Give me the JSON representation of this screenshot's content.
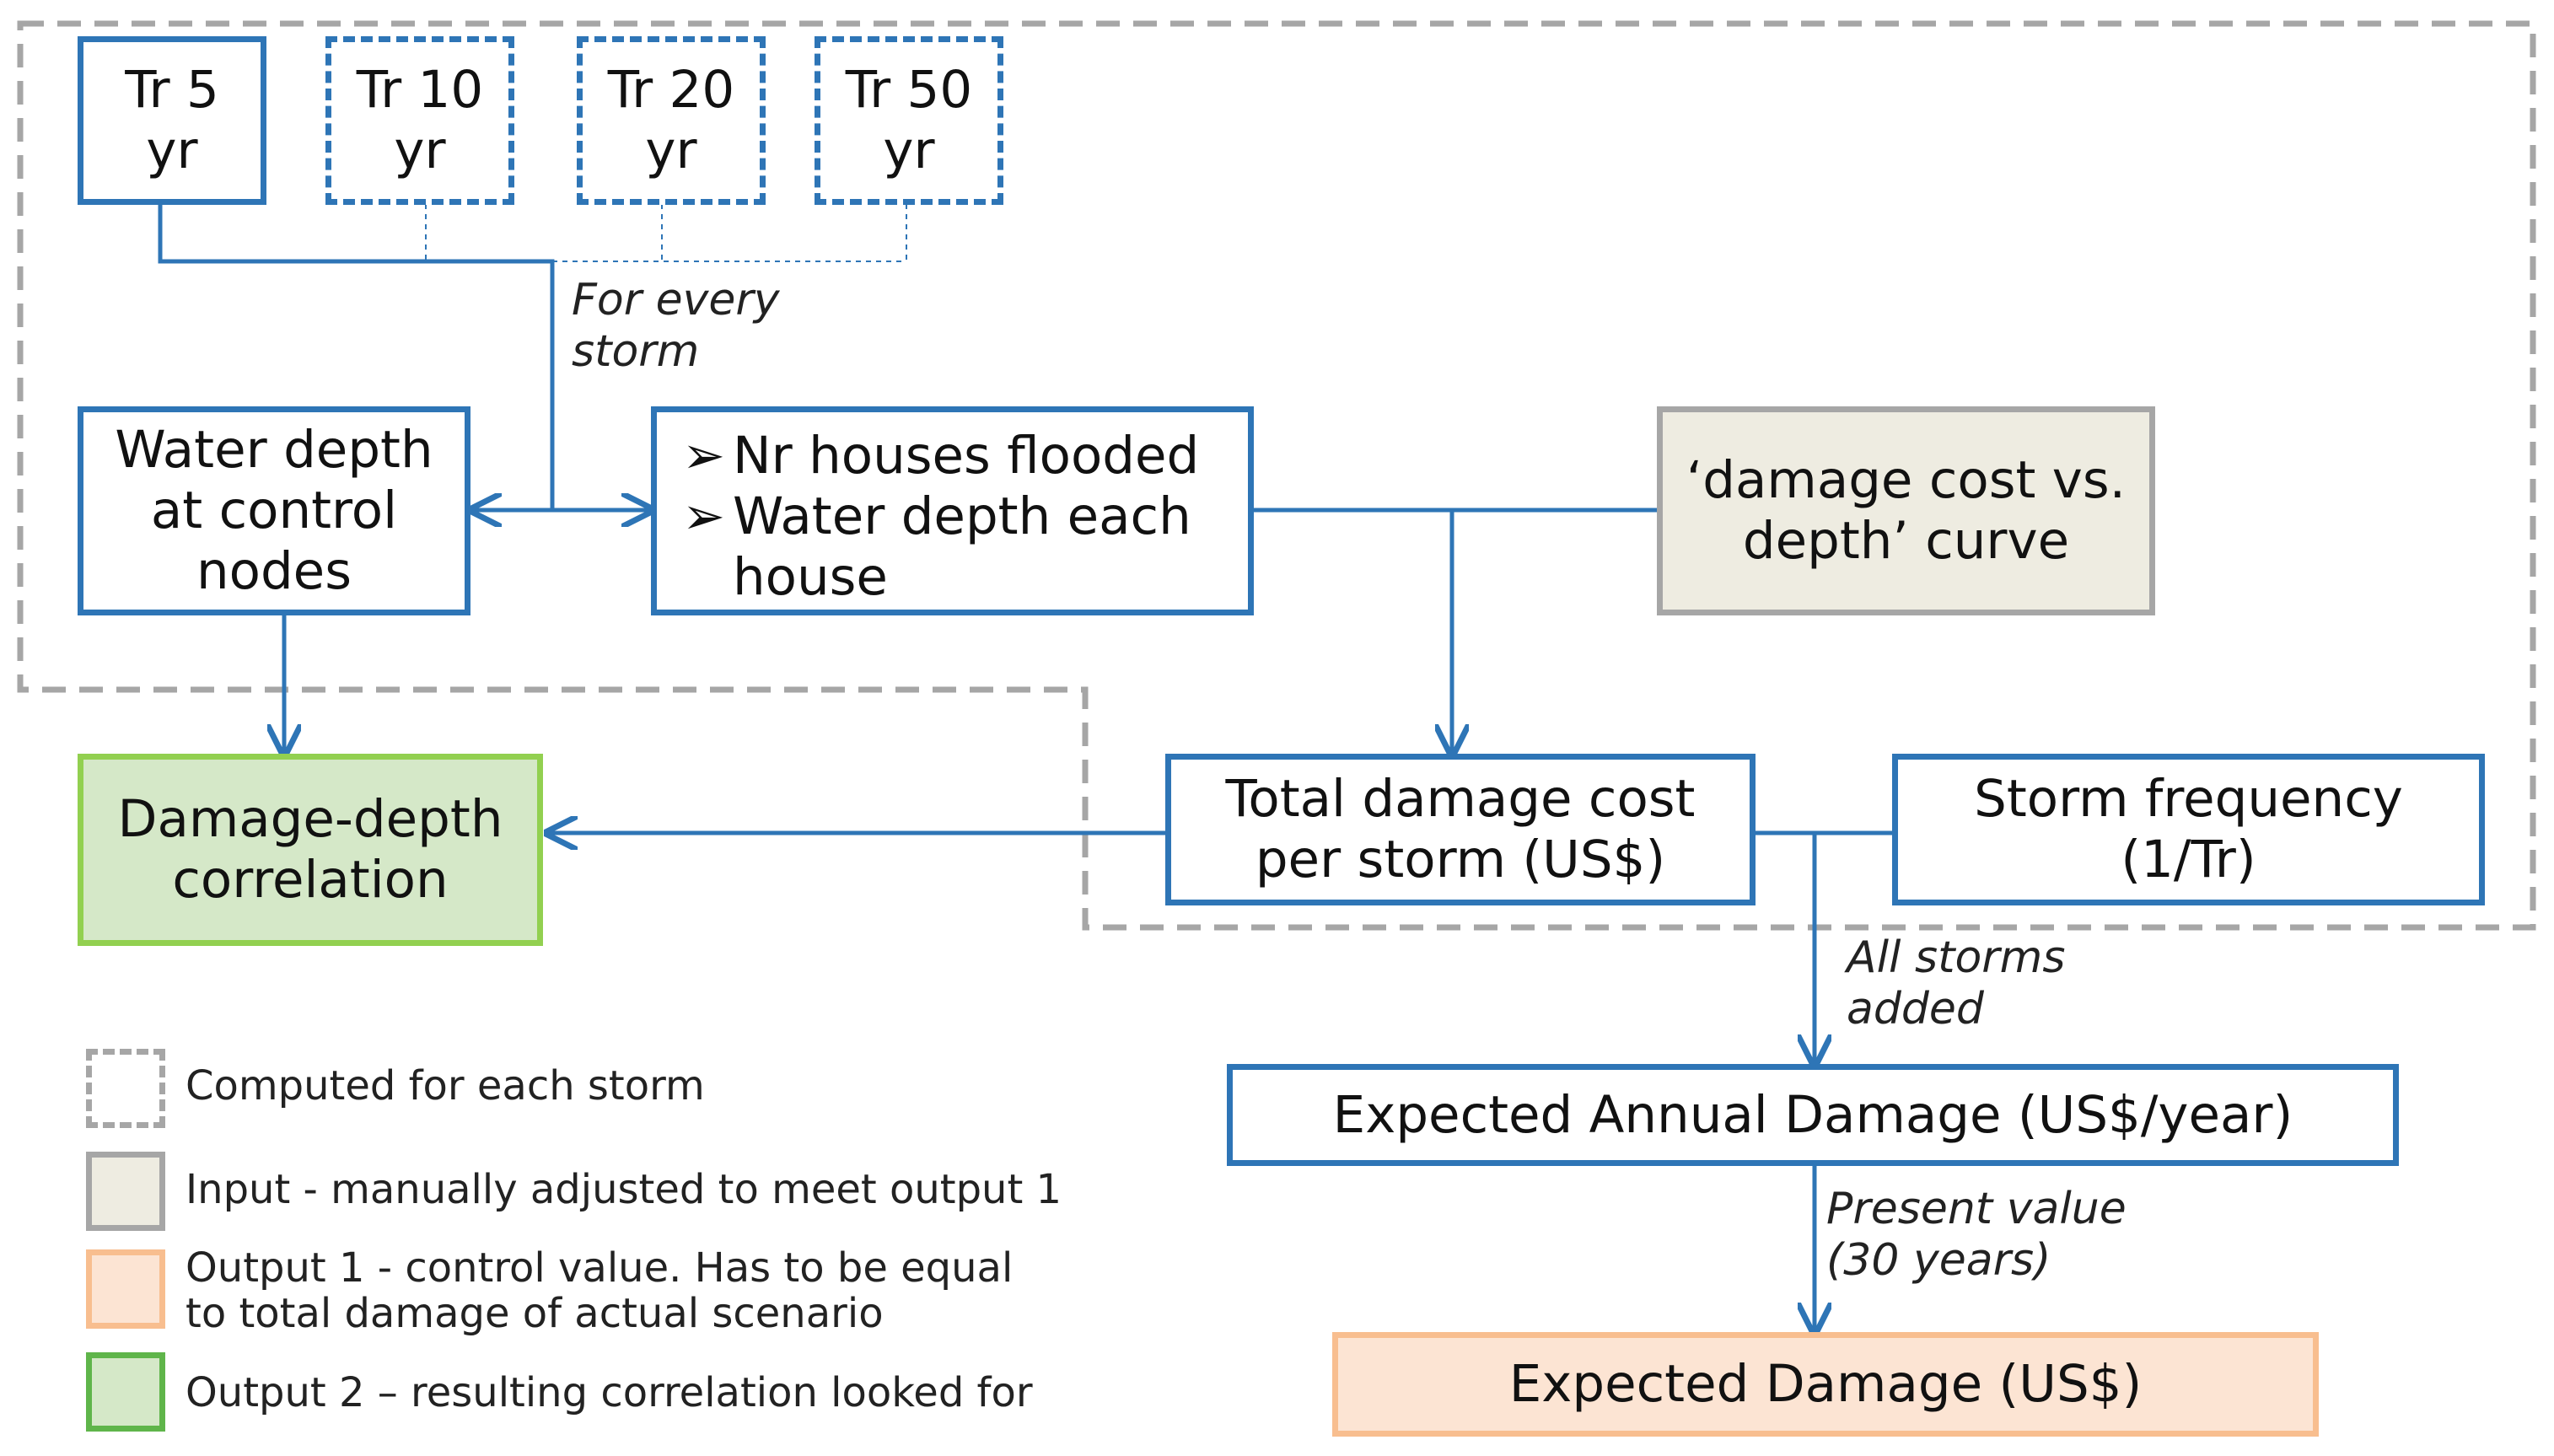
{
  "storms": [
    {
      "line1": "Tr 5",
      "line2": "yr"
    },
    {
      "line1": "Tr 10",
      "line2": "yr"
    },
    {
      "line1": "Tr 20",
      "line2": "yr"
    },
    {
      "line1": "Tr 50",
      "line2": "yr"
    }
  ],
  "nodes": {
    "water_depth": "Water depth at control nodes",
    "houses_bullet_1": "Nr houses flooded",
    "houses_bullet_2": "Water depth each",
    "houses_bullet_2_cont": "house",
    "bullet_marker": "➢",
    "damage_curve": "‘damage cost vs. depth’ curve",
    "damage_depth": "Damage-depth correlation",
    "total_damage": "Total damage cost per storm (US$)",
    "storm_frequency": "Storm frequency (1/Tr)",
    "expected_annual": "Expected Annual Damage (US$/year)",
    "expected_damage": "Expected Damage (US$)"
  },
  "annotations": {
    "for_every_storm": [
      "For every",
      "storm"
    ],
    "all_storms_added": [
      "All storms",
      "added"
    ],
    "present_value": [
      "Present value",
      "(30 years)"
    ]
  },
  "legend": [
    {
      "style": "dashed",
      "text": "Computed for each storm"
    },
    {
      "style": "input",
      "text": "Input  - manually adjusted to meet output 1"
    },
    {
      "style": "output1",
      "text": "Output 1 - control value. Has to be equal\nto total damage of actual scenario"
    },
    {
      "style": "output2",
      "text": "Output 2 – resulting  correlation looked for"
    }
  ],
  "colors": {
    "arrow_blue": "#2e75b6",
    "dash_grey": "#a6a6a6",
    "input_fill": "#eeece1",
    "output1_fill": "#fce4d3",
    "output2_fill": "#d5e8c8"
  }
}
